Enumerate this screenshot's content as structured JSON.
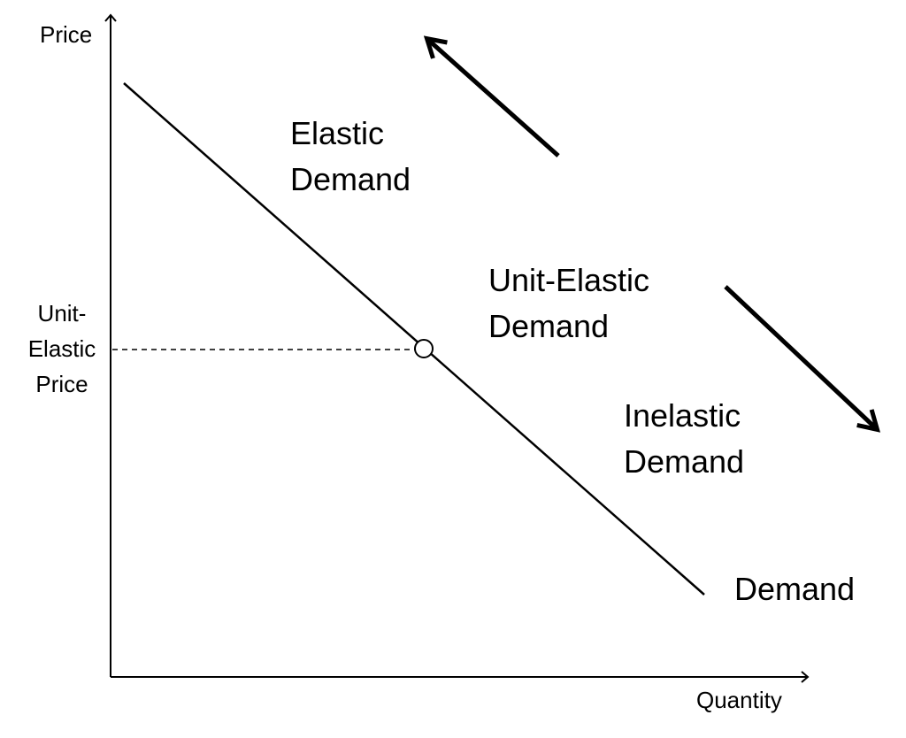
{
  "axes": {
    "y_label": "Price",
    "x_label": "Quantity"
  },
  "unit_elastic_price_label": [
    "Unit-",
    "Elastic",
    "Price"
  ],
  "regions": {
    "elastic": [
      "Elastic",
      "Demand"
    ],
    "unit_elastic": [
      "Unit-Elastic",
      "Demand"
    ],
    "inelastic": [
      "Inelastic",
      "Demand"
    ]
  },
  "curve_label": "Demand",
  "colors": {
    "line": "#000000",
    "background": "#ffffff",
    "marker_fill": "#ffffff"
  }
}
